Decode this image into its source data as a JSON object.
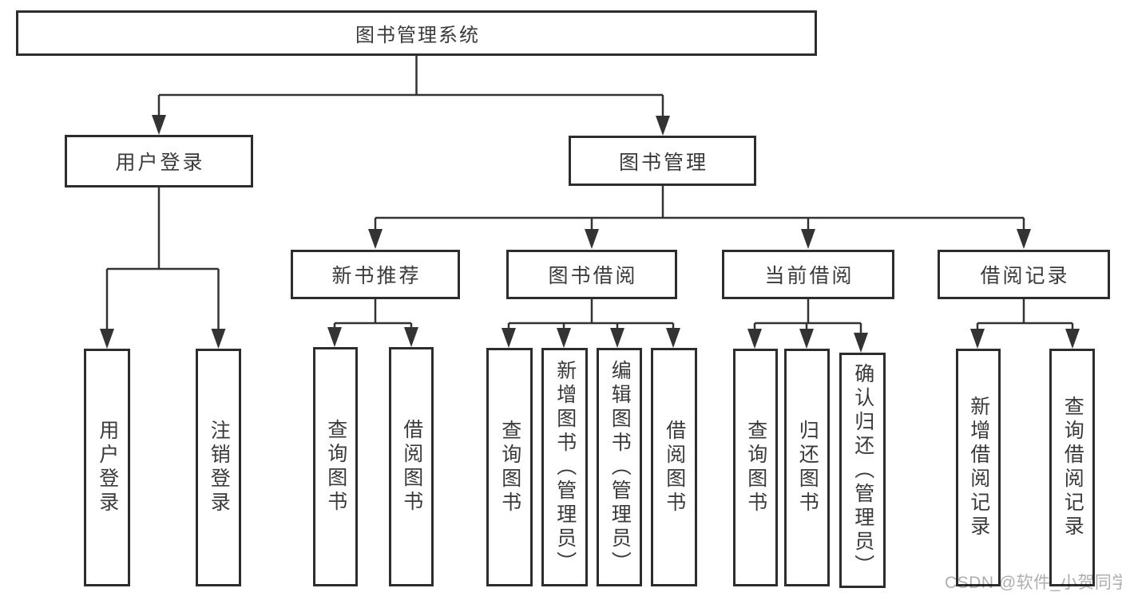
{
  "tree": {
    "root": {
      "label": "图书管理系统"
    },
    "user_login": {
      "label": "用户登录",
      "children": [
        {
          "label": "用户登录"
        },
        {
          "label": "注销登录"
        }
      ]
    },
    "book_mgmt": {
      "label": "图书管理",
      "groups": [
        {
          "label": "新书推荐",
          "children": [
            {
              "label": "查询图书"
            },
            {
              "label": "借阅图书"
            }
          ]
        },
        {
          "label": "图书借阅",
          "children": [
            {
              "label": "查询图书"
            },
            {
              "label": "新增图书（管理员）"
            },
            {
              "label": "编辑图书（管理员）"
            },
            {
              "label": "借阅图书"
            }
          ]
        },
        {
          "label": "当前借阅",
          "children": [
            {
              "label": "查询图书"
            },
            {
              "label": "归还图书"
            },
            {
              "label": "确认归还（管理员）"
            }
          ]
        },
        {
          "label": "借阅记录",
          "children": [
            {
              "label": "新增借阅记录"
            },
            {
              "label": "查询借阅记录"
            }
          ]
        }
      ]
    }
  },
  "watermark": "CSDN @软件_小贺同学",
  "colors": {
    "background": "#ffffff",
    "border": "#2d2d2d",
    "line": "#333333",
    "text": "#3a3a3a",
    "watermark": "#aeaeae"
  }
}
